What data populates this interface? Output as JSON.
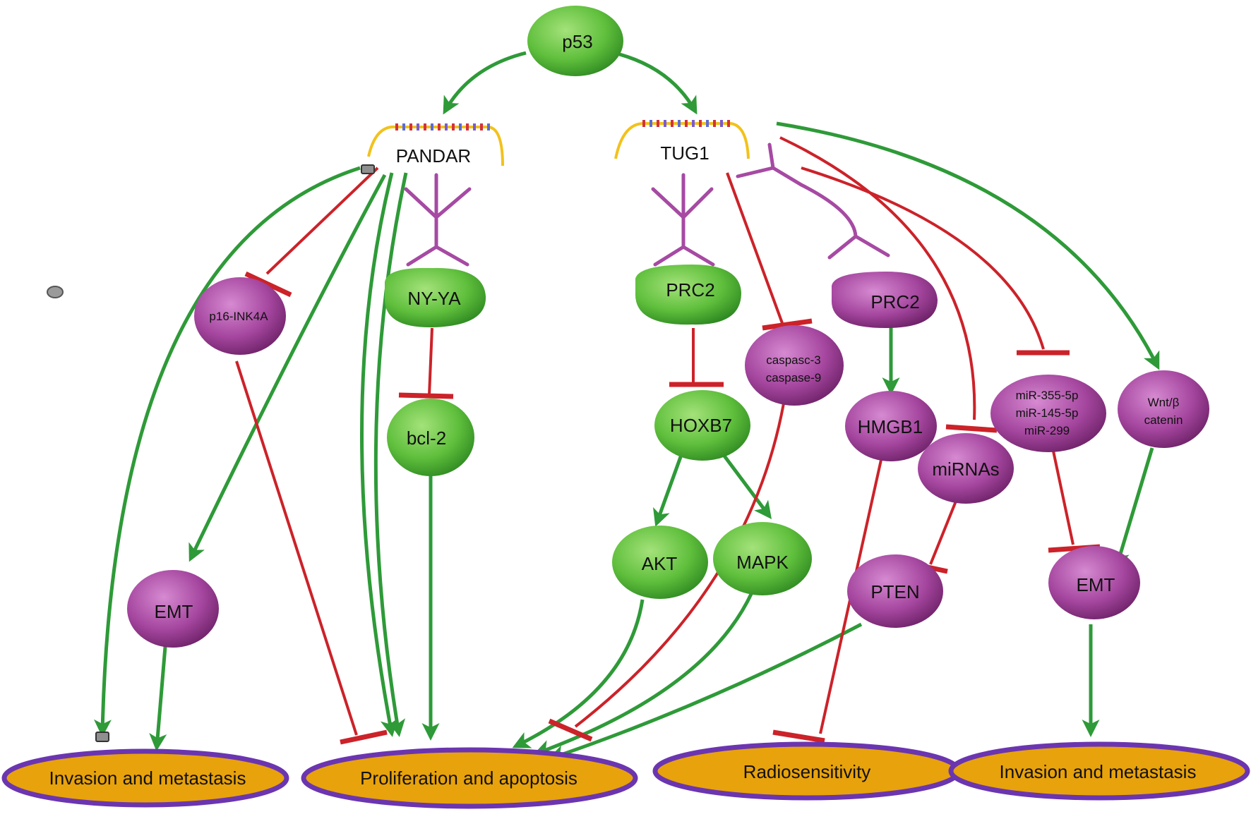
{
  "nodes": {
    "p53": "p53",
    "pandar": "PANDAR",
    "tug1": "TUG1",
    "p16": "p16-INK4A",
    "nyya": "NY-YA",
    "bcl2": "bcl-2",
    "emt_left": "EMT",
    "prc2_green": "PRC2",
    "hoxb7": "HOXB7",
    "akt": "AKT",
    "mapk": "MAPK",
    "caspase_line1": "caspasc-3",
    "caspase_line2": "caspase-9",
    "prc2_purple": "PRC2",
    "hmgb1": "HMGB1",
    "mirnas": "miRNAs",
    "pten": "PTEN",
    "mir_line1": "miR-355-5p",
    "mir_line2": "miR-145-5p",
    "mir_line3": "miR-299",
    "wnt_line1": "Wnt/β",
    "wnt_line2": "catenin",
    "emt_right": "EMT"
  },
  "outcomes": {
    "invasion_left": "Invasion and metastasis",
    "proliferation": "Proliferation and apoptosis",
    "radiosensitivity": "Radiosensitivity",
    "invasion_right": "Invasion and metastasis"
  },
  "colors": {
    "activation": "#2e9a38",
    "inhibition": "#cc2229",
    "green_node": "#5fbf3c",
    "purple_node": "#a5469f",
    "receptor": "#a64aa3",
    "outcome_fill": "#e8a20c",
    "outcome_border": "#6b35b0",
    "lncrna_backbone": "#f2c21c"
  }
}
